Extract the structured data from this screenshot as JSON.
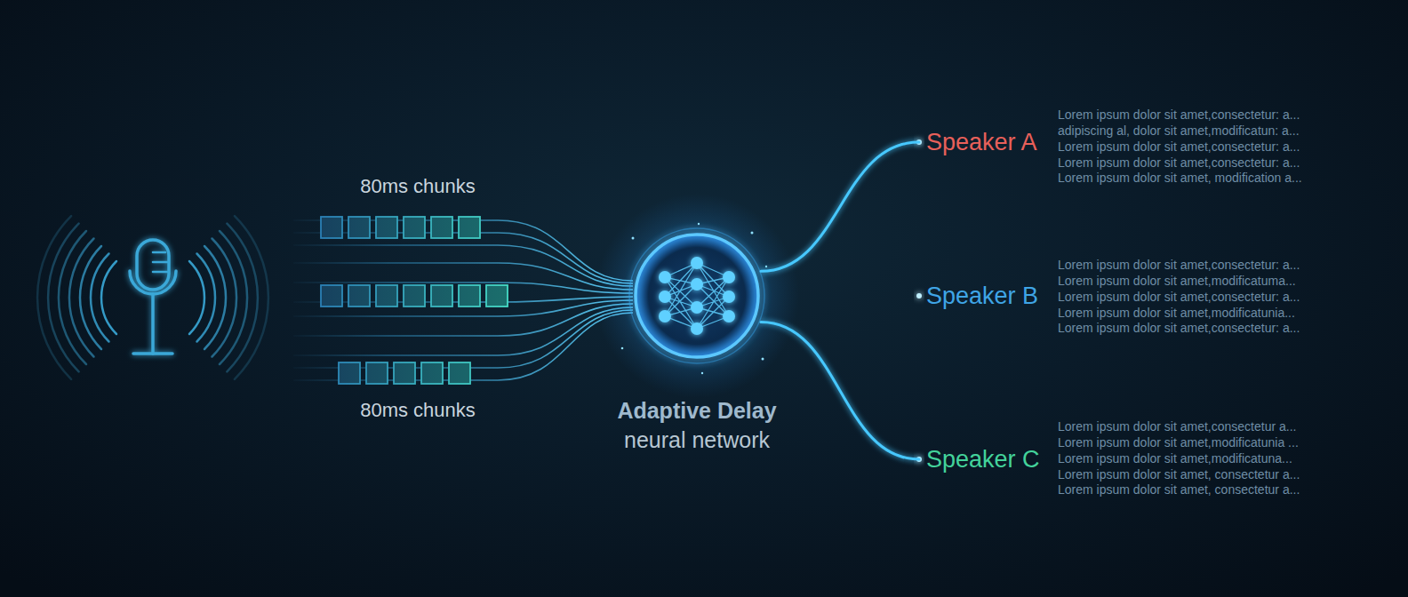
{
  "diagram": {
    "nodes": [
      {
        "text": [
          "Adaptive Delay",
          "neural network"
        ]
      },
      {
        "text": [
          "Speaker A"
        ]
      },
      {
        "text": [
          "Speaker B"
        ]
      },
      {
        "text": [
          "Speaker C"
        ]
      }
    ],
    "edges": [
      {
        "from": 0,
        "to": 1,
        "arrow": "none"
      },
      {
        "from": 0,
        "to": 2,
        "arrow": "none"
      },
      {
        "from": 0,
        "to": 3,
        "arrow": "none"
      }
    ],
    "labels": [
      "80ms chunks",
      "80ms chunks",
      "Lorem ipsum dolor sit amet,consectetur: a...",
      "adipiscing al, dolor sit amet,modificatun: a...",
      "Lorem ipsum dolor sit amet,consectetur: a...",
      "Lorem ipsum dolor sit amet,consectetur: a...",
      "Lorem ipsum dolor sit amet, modification a...",
      "Lorem ipsum dolor sit amet,consectetur: a...",
      "Lorem ipsum dolor sit amet,modificatuma...",
      "Lorem ipsum dolor sit amet,consectetur: a...",
      "Lorem ipsum dolor sit amet,modificatunia...",
      "Lorem ipsum dolor sit amet,consectetur: a...",
      "Lorem ipsum dolor sit amet,consectetur a...",
      "Lorem ipsum dolor sit amet,modificatunia ...",
      "Lorem ipsum dolor sit amet,modificatuna...",
      "Lorem ipsum dolor sit amet, consectetur a...",
      "Lorem ipsum dolor sit amet, consectetur a..."
    ]
  }
}
